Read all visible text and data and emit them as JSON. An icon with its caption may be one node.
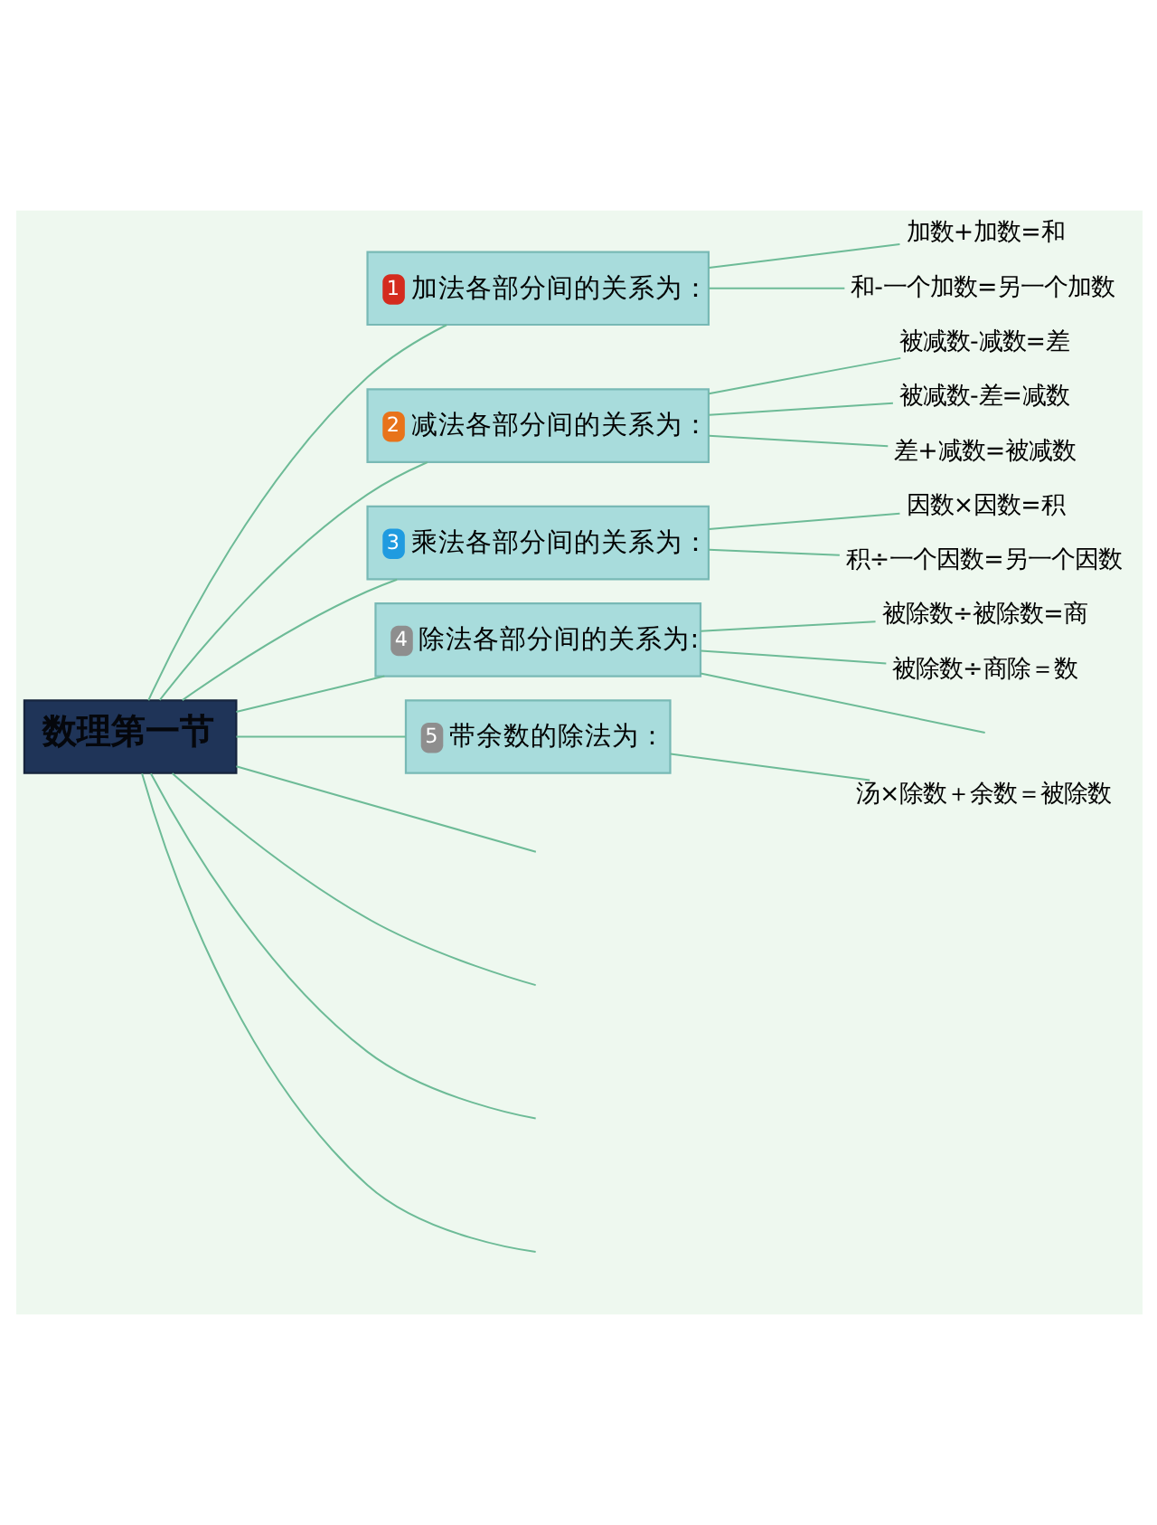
{
  "diagram": {
    "nodes": [
      {
        "text": [
          "数理第一节"
        ]
      },
      {
        "text": [
          "1",
          "加法各部分间的关系为："
        ]
      },
      {
        "text": [
          "加数+加数=和"
        ]
      },
      {
        "text": [
          "和-一个加数=另一个加数"
        ]
      },
      {
        "text": [
          "2",
          "减法各部分间的关系为："
        ]
      },
      {
        "text": [
          "被减数-减数=差"
        ]
      },
      {
        "text": [
          "被减数-差=减数"
        ]
      },
      {
        "text": [
          "差+减数=被减数"
        ]
      },
      {
        "text": [
          "3",
          "乘法各部分间的关系为："
        ]
      },
      {
        "text": [
          "因数×因数=积"
        ]
      },
      {
        "text": [
          "积÷一个因数=另一个因数"
        ]
      },
      {
        "text": [
          "4",
          "除法各部分间的关系为:"
        ]
      },
      {
        "text": [
          "被除数÷被除数=商"
        ]
      },
      {
        "text": [
          "被除数÷商除＝数"
        ]
      },
      {
        "text": [
          "5",
          "带余数的除法为："
        ]
      },
      {
        "text": [
          "汤×除数＋余数＝被除数"
        ]
      }
    ],
    "edges": [
      {
        "from": 0,
        "to": 1,
        "arrow": "none"
      },
      {
        "from": 1,
        "to": 2,
        "arrow": "none"
      },
      {
        "from": 1,
        "to": 3,
        "arrow": "none"
      },
      {
        "from": 0,
        "to": 4,
        "arrow": "none"
      },
      {
        "from": 4,
        "to": 5,
        "arrow": "none"
      },
      {
        "from": 4,
        "to": 6,
        "arrow": "none"
      },
      {
        "from": 4,
        "to": 7,
        "arrow": "none"
      },
      {
        "from": 0,
        "to": 8,
        "arrow": "none"
      },
      {
        "from": 8,
        "to": 9,
        "arrow": "none"
      },
      {
        "from": 8,
        "to": 10,
        "arrow": "none"
      },
      {
        "from": 0,
        "to": 11,
        "arrow": "none"
      },
      {
        "from": 11,
        "to": 12,
        "arrow": "none"
      },
      {
        "from": 11,
        "to": 13,
        "arrow": "none"
      },
      {
        "from": 11,
        "to": null,
        "arrow": "none"
      },
      {
        "from": 0,
        "to": 14,
        "arrow": "none"
      },
      {
        "from": 14,
        "to": 15,
        "arrow": "none"
      },
      {
        "from": 0,
        "to": null,
        "arrow": "none"
      },
      {
        "from": 0,
        "to": null,
        "arrow": "none"
      },
      {
        "from": 0,
        "to": null,
        "arrow": "none"
      },
      {
        "from": 0,
        "to": null,
        "arrow": "none"
      }
    ]
  }
}
